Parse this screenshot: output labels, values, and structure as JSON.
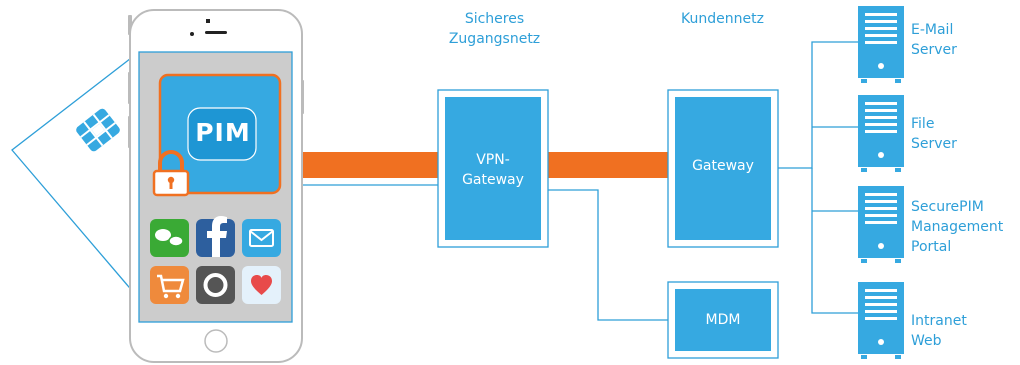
{
  "zones": {
    "secure_access_network": [
      "Sicheres",
      "Zugangsnetz"
    ],
    "customer_network": "Kundennetz"
  },
  "nodes": {
    "vpn_gateway": [
      "VPN-",
      "Gateway"
    ],
    "gateway": "Gateway",
    "mdm": "MDM"
  },
  "app": {
    "pim_label": "PIM"
  },
  "servers": [
    {
      "lines": [
        "E-Mail",
        "Server"
      ]
    },
    {
      "lines": [
        "File",
        "Server"
      ]
    },
    {
      "lines": [
        "SecurePIM",
        "Management",
        "Portal"
      ]
    },
    {
      "lines": [
        "Intranet",
        "Web"
      ]
    }
  ],
  "colors": {
    "accent_blue": "#2e9fd8",
    "box_fill": "#36a9e1",
    "tunnel_orange": "#f07021",
    "phone_outline": "#bbbbbb"
  }
}
